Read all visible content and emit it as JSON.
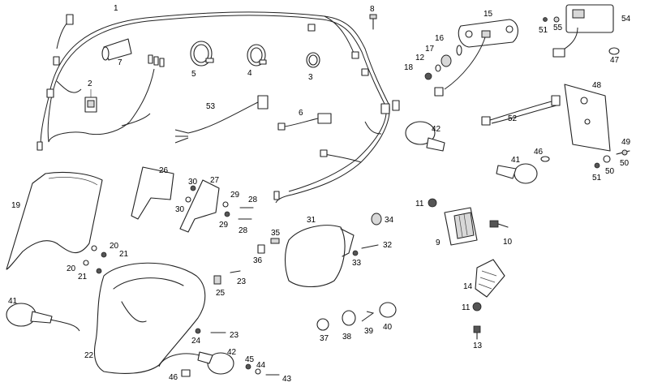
{
  "labels": {
    "p1": "1",
    "p2": "2",
    "p3": "3",
    "p4": "4",
    "p5": "5",
    "p6": "6",
    "p7": "7",
    "p8": "8",
    "p9": "9",
    "p10": "10",
    "p11a": "11",
    "p11b": "11",
    "p12": "12",
    "p13": "13",
    "p14": "14",
    "p15": "15",
    "p16": "16",
    "p17": "17",
    "p18": "18",
    "p19": "19",
    "p20a": "20",
    "p20b": "20",
    "p21a": "21",
    "p21b": "21",
    "p22": "22",
    "p23a": "23",
    "p23b": "23",
    "p24": "24",
    "p25": "25",
    "p26": "26",
    "p27": "27",
    "p28a": "28",
    "p28b": "28",
    "p29a": "29",
    "p29b": "29",
    "p30a": "30",
    "p30b": "30",
    "p31": "31",
    "p32": "32",
    "p33": "33",
    "p34": "34",
    "p35": "35",
    "p36": "36",
    "p37": "37",
    "p38": "38",
    "p39": "39",
    "p40": "40",
    "p41a": "41",
    "p41b": "41",
    "p42a": "42",
    "p42b": "42",
    "p43": "43",
    "p44": "44",
    "p45": "45",
    "p46a": "46",
    "p46b": "46",
    "p47": "47",
    "p48": "48",
    "p49": "49",
    "p50a": "50",
    "p50b": "50",
    "p51a": "51",
    "p51b": "51",
    "p52": "52",
    "p53": "53",
    "p54": "54",
    "p55": "55"
  }
}
